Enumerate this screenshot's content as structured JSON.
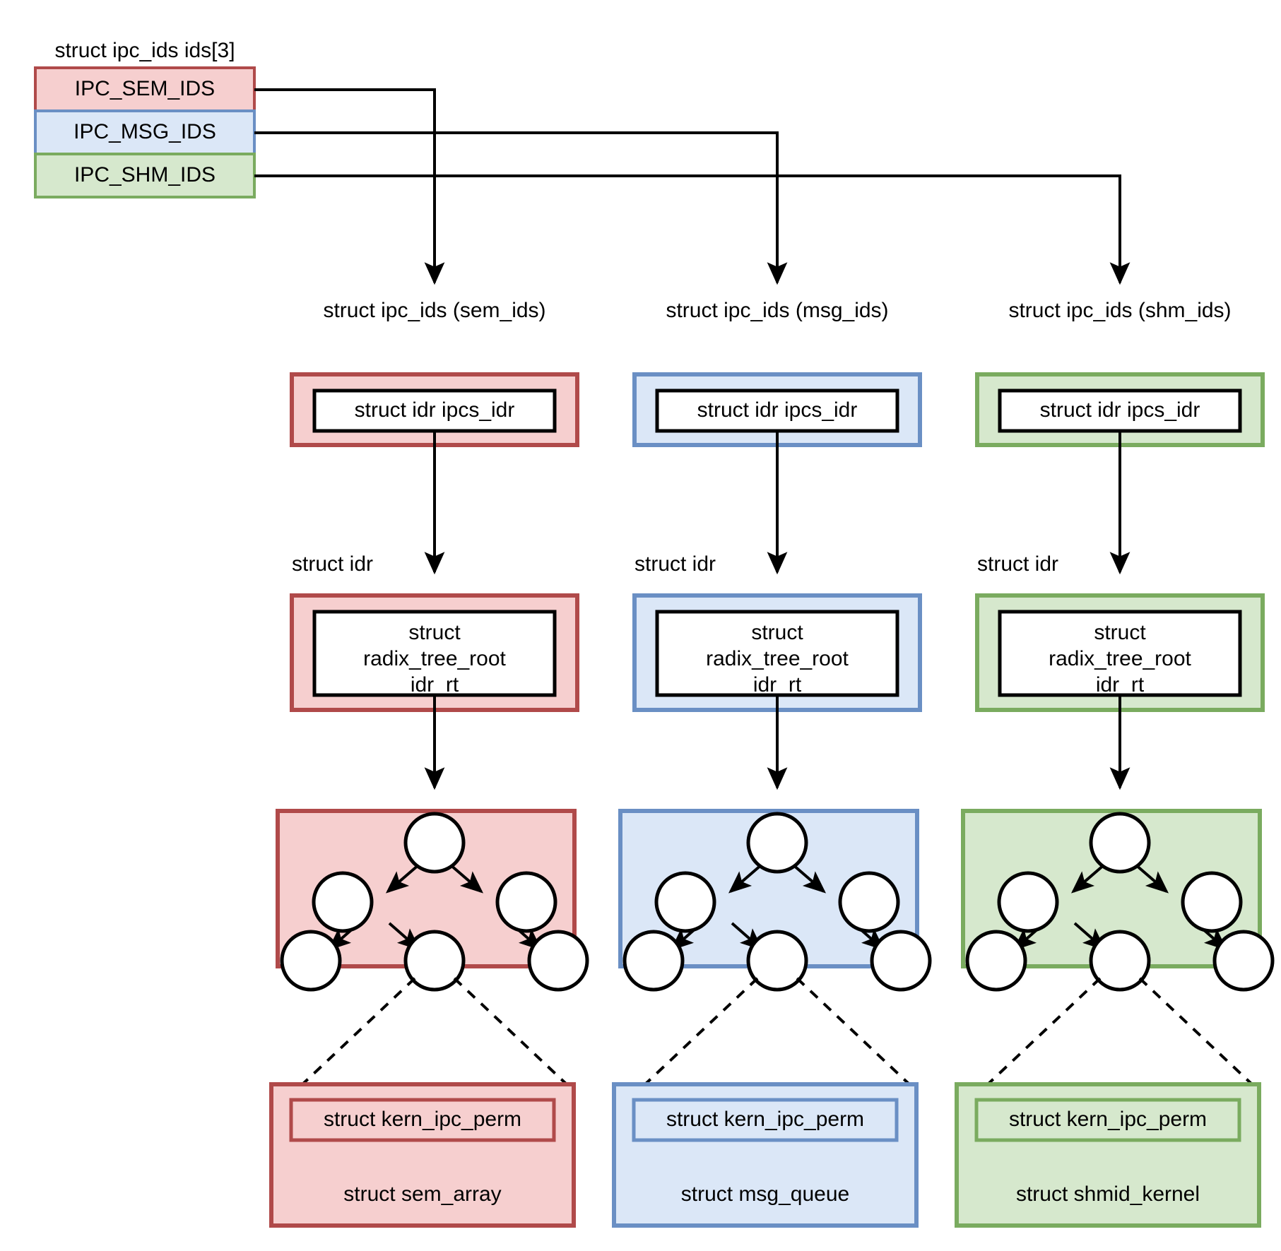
{
  "diagram": {
    "title_top": "struct ipc_ids ids[3]",
    "theme": {
      "sem_fill": "#f6cfcf",
      "sem_stroke": "#b04a4a",
      "msg_fill": "#dbe7f7",
      "msg_stroke": "#6a8fc4",
      "shm_fill": "#d6e8cd",
      "shm_stroke": "#7aab5f",
      "line": "#000000",
      "inner_fill": "#ffffff"
    },
    "array_rows": [
      {
        "label": "IPC_SEM_IDS",
        "fill": "#f6cfcf",
        "stroke": "#b04a4a"
      },
      {
        "label": "IPC_MSG_IDS",
        "fill": "#dbe7f7",
        "stroke": "#6a8fc4"
      },
      {
        "label": "IPC_SHM_IDS",
        "fill": "#d6e8cd",
        "stroke": "#7aab5f"
      }
    ],
    "columns": [
      {
        "key": "sem",
        "ipc_ids_caption": "struct ipc_ids (sem_ids)",
        "idr_box_label": "struct idr ipcs_idr",
        "idr_caption": "struct idr",
        "radix_line1": "struct",
        "radix_line2": "radix_tree_root",
        "radix_line3": "idr_rt",
        "perm_label": "struct kern_ipc_perm",
        "object_label": "struct sem_array",
        "fill": "#f6cfcf",
        "stroke": "#b04a4a"
      },
      {
        "key": "msg",
        "ipc_ids_caption": "struct ipc_ids (msg_ids)",
        "idr_box_label": "struct idr ipcs_idr",
        "idr_caption": "struct idr",
        "radix_line1": "struct",
        "radix_line2": "radix_tree_root",
        "radix_line3": "idr_rt",
        "perm_label": "struct kern_ipc_perm",
        "object_label": "struct msg_queue",
        "fill": "#dbe7f7",
        "stroke": "#6a8fc4"
      },
      {
        "key": "shm",
        "ipc_ids_caption": "struct ipc_ids (shm_ids)",
        "idr_box_label": "struct idr ipcs_idr",
        "idr_caption": "struct idr",
        "radix_line1": "struct",
        "radix_line2": "radix_tree_root",
        "radix_line3": "idr_rt",
        "perm_label": "struct kern_ipc_perm",
        "object_label": "struct shmid_kernel",
        "fill": "#d6e8cd",
        "stroke": "#7aab5f"
      }
    ]
  }
}
